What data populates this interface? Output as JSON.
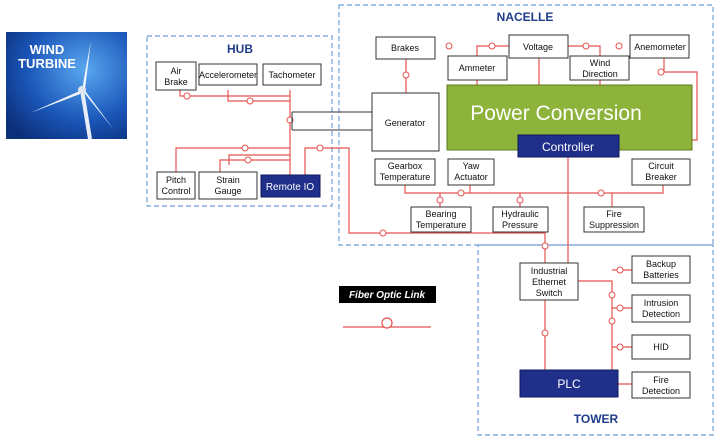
{
  "logo": {
    "line1": "WIND",
    "line2": "TURBINE"
  },
  "zones": {
    "hub": "HUB",
    "nacelle": "NACELLE",
    "tower": "TOWER"
  },
  "hub": {
    "air_brake": [
      "Air",
      "Brake"
    ],
    "accelerometer": "Accelerometer",
    "tachometer": "Tachometer",
    "pitch_control": [
      "Pitch",
      "Control"
    ],
    "strain_gauge": [
      "Strain",
      "Gauge"
    ],
    "remote_io": "Remote IO"
  },
  "nacelle": {
    "brakes": "Brakes",
    "ammeter": "Ammeter",
    "voltage": "Voltage",
    "wind_direction": [
      "Wind",
      "Direction"
    ],
    "anemometer": "Anemometer",
    "generator": "Generator",
    "power_conversion": "Power Conversion",
    "controller": "Controller",
    "gearbox_temperature": [
      "Gearbox",
      "Temperature"
    ],
    "yaw_actuator": [
      "Yaw",
      "Actuator"
    ],
    "circuit_breaker": [
      "Circuit",
      "Breaker"
    ],
    "bearing_temperature": [
      "Bearing",
      "Temperature"
    ],
    "hydraulic_pressure": [
      "Hydraulic",
      "Pressure"
    ],
    "fire_suppression": [
      "Fire",
      "Suppression"
    ]
  },
  "tower": {
    "industrial_ethernet_switch": [
      "Industrial",
      "Ethernet",
      "Switch"
    ],
    "backup_batteries": [
      "Backup",
      "Batteries"
    ],
    "intrusion_detection": [
      "Intrusion",
      "Detection"
    ],
    "hid": "HID",
    "plc": "PLC",
    "fire_detection": [
      "Fire",
      "Detection"
    ]
  },
  "legend": {
    "label": "Fiber Optic Link"
  },
  "colors": {
    "link": "#e55350",
    "zone_border": "#6f9fd8",
    "primary_block": "#1f2f8a",
    "power_conversion": "#8db33a",
    "legend_bg": "#000000",
    "logo_bg": "#1a56b8"
  }
}
